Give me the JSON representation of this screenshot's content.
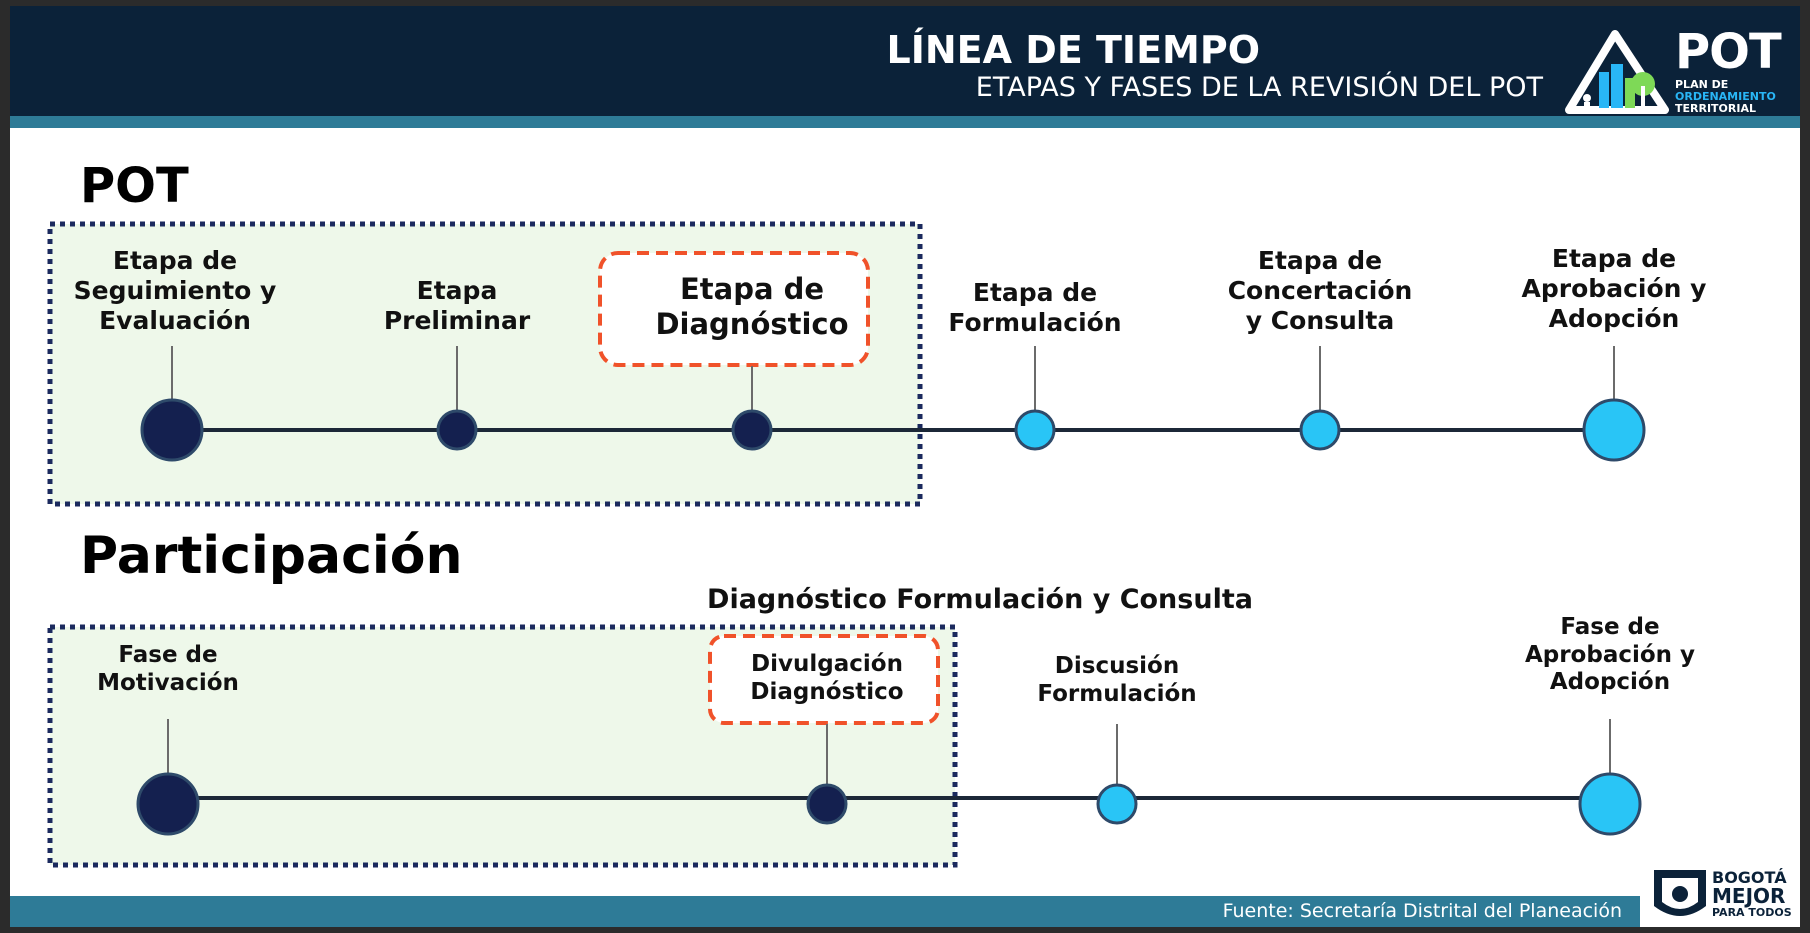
{
  "header": {
    "title": "LÍNEA DE TIEMPO",
    "subtitle": "ETAPAS Y FASES DE LA REVISIÓN DEL POT",
    "logo_text": "POT",
    "logo_sub1": "PLAN DE",
    "logo_sub2": "ORDENAMIENTO",
    "logo_sub3": "TERRITORIAL"
  },
  "pot": {
    "title": "POT",
    "stages": [
      {
        "label": "Etapa de\nSeguimiento y\nEvaluación",
        "status": "completed"
      },
      {
        "label": "Etapa\nPreliminar",
        "status": "completed"
      },
      {
        "label": "Etapa de\nDiagnóstico",
        "status": "current"
      },
      {
        "label": "Etapa de\nFormulación",
        "status": "pending"
      },
      {
        "label": "Etapa de\nConcertación\ny Consulta",
        "status": "pending"
      },
      {
        "label": "Etapa de\nAprobación y\nAdopción",
        "status": "pending"
      }
    ]
  },
  "participacion": {
    "title": "Participación",
    "caption": "Diagnóstico Formulación y Consulta",
    "phases": [
      {
        "label": "Fase de\nMotivación",
        "status": "completed"
      },
      {
        "label": "Divulgación\nDiagnóstico",
        "status": "current"
      },
      {
        "label": "Discusión\nFormulación",
        "status": "pending"
      },
      {
        "label": "Fase de\nAprobación y\nAdopción",
        "status": "pending"
      }
    ]
  },
  "footer": {
    "source": "Fuente: Secretaría Distrital del Planeación",
    "bogota_1": "BOGOTÁ",
    "bogota_2": "MEJOR",
    "bogota_3": "PARA TODOS"
  },
  "colors": {
    "header_bg": "#0b2239",
    "stripe": "#2e7b97",
    "completed_node": "#14204f",
    "pending_node": "#29c5f6",
    "highlight_border": "#f0522a",
    "completed_area": "#eef8ea",
    "dotted_border": "#1b2a5e"
  }
}
